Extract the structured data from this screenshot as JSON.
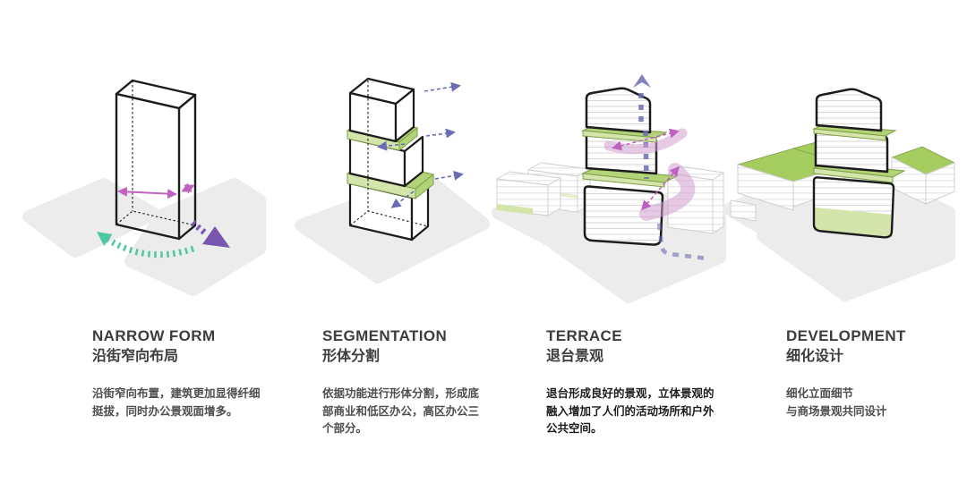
{
  "page": {
    "background": "#ffffff"
  },
  "colors": {
    "text_dark": "#3d3d3d",
    "text_mid": "#4d4d4d",
    "text_strong": "#1c1c1c",
    "line_dark": "#1c1c1c",
    "ground_gray": "#ececec",
    "floor_line": "#d9d9d9",
    "bg_floor_line": "#e3e3e3",
    "bg_outline": "#cfcfcf",
    "accent_magenta": "#bf62bf",
    "accent_teal": "#4ec7a4",
    "accent_purple": "#7a57ae",
    "accent_slate": "#6b6db4",
    "pink_ribbon": "#d29fd0",
    "green_light": "#d3e5ab",
    "green_mid": "#b2d377",
    "green_roof": "#a4cc5f",
    "green_dark": "#7f9e49"
  },
  "steps": [
    {
      "title": "NARROW FORM",
      "subtitle": "沿街窄向布局",
      "description": "沿街窄向布置，建筑更加显得纤细\n挺拔，同时办公景观面增多。",
      "figure": "narrow-tower-massing-diagram"
    },
    {
      "title": "SEGMENTATION",
      "subtitle": "形体分割",
      "description": "依据功能进行形体分割，形成底\n部商业和低区办公，高区办公三\n个部分。",
      "figure": "segmented-massing-diagram"
    },
    {
      "title": "TERRACE",
      "subtitle": "退台景观",
      "description": "退台形成良好的景观，立体景观的\n融入增加了人们的活动场所和户外\n公共空间。",
      "figure": "terraced-tower-diagram"
    },
    {
      "title": "DEVELOPMENT",
      "subtitle": "细化设计",
      "description": "细化立面细节\n与商场景观共同设计",
      "figure": "developed-design-diagram"
    }
  ]
}
